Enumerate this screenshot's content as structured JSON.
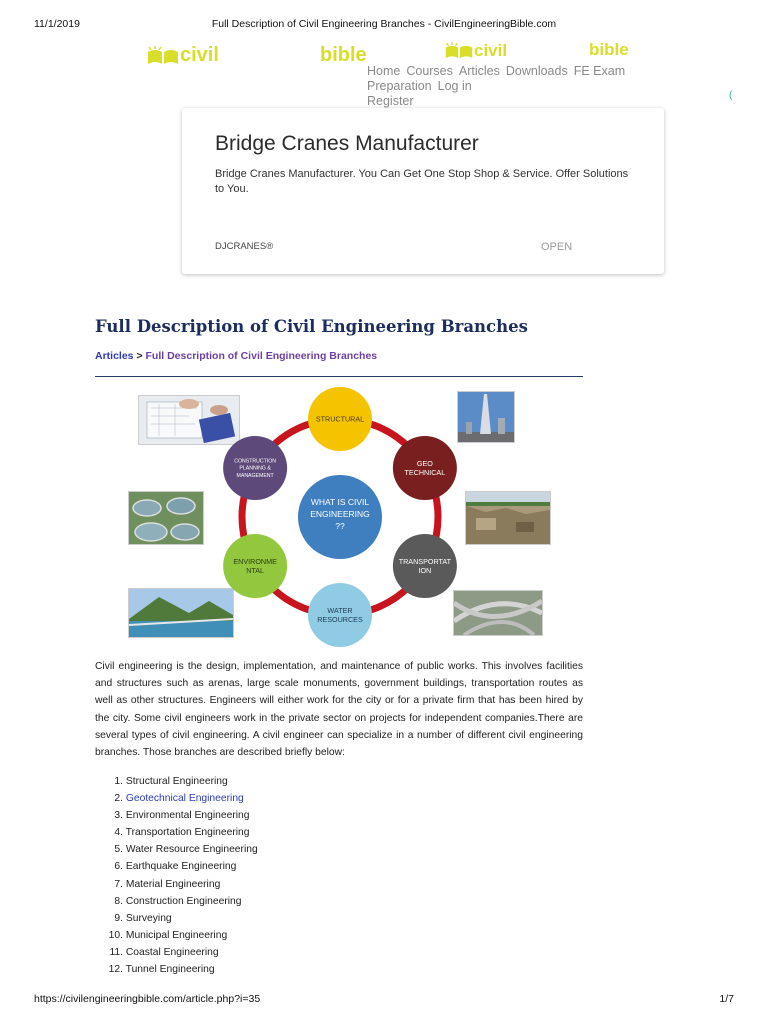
{
  "print_header": {
    "date": "11/1/2019",
    "title": "Full Description of Civil Engineering Branches - CivilEngineeringBible.com"
  },
  "print_footer": {
    "url": "https://civilengineeringbible.com/article.php?i=35",
    "page": "1/7"
  },
  "logos": {
    "civil": "civil",
    "bible": "bible"
  },
  "nav": {
    "items": [
      "Home",
      "Courses",
      "Articles",
      "Downloads",
      "FE Exam Preparation",
      "Log in",
      "Register"
    ]
  },
  "ad": {
    "title": "Bridge Cranes Manufacturer",
    "description": "Bridge Cranes Manufacturer. You Can Get One Stop Shop & Service. Offer Solutions to You.",
    "sponsor": "DJCRANES®",
    "cta": "OPEN"
  },
  "article": {
    "title": "Full Description of Civil Engineering Branches",
    "breadcrumb_link": "Articles",
    "breadcrumb_sep": ">",
    "breadcrumb_current": "Full Description of Civil Engineering Branches",
    "paragraph": "Civil engineering is the design, implementation, and maintenance of public works. This involves facilities and structures such as arenas, large scale monuments, government buildings, transportation routes as well as other structures. Engineers will either work for the city or for a private firm that has been hired by the city. Some civil engineers work in the private sector on projects for independent companies.There are several types of civil engineering. A civil engineer can specialize in a number of different civil engineering branches. Those branches are described briefly below:",
    "branches": [
      {
        "num": "1.",
        "label": "Structural Engineering",
        "link": false
      },
      {
        "num": "2.",
        "label": "Geotechnical Engineering",
        "link": true
      },
      {
        "num": "3.",
        "label": "Environmental Engineering",
        "link": false
      },
      {
        "num": "4.",
        "label": "Transportation Engineering",
        "link": false
      },
      {
        "num": "5.",
        "label": "Water Resource Engineering",
        "link": false
      },
      {
        "num": "6.",
        "label": "Earthquake Engineering",
        "link": false
      },
      {
        "num": "7.",
        "label": "Material Engineering",
        "link": false
      },
      {
        "num": "8.",
        "label": "Construction Engineering",
        "link": false
      },
      {
        "num": "9.",
        "label": "Surveying",
        "link": false
      },
      {
        "num": "10.",
        "label": "Municipal Engineering",
        "link": false
      },
      {
        "num": "11.",
        "label": "Coastal Engineering",
        "link": false
      },
      {
        "num": "12.",
        "label": "Tunnel Engineering",
        "link": false
      }
    ]
  },
  "diagram": {
    "center": [
      "WHAT IS CIVIL",
      "ENGINEERING",
      "??"
    ],
    "nodes": [
      {
        "lines": [
          "STRUCTURAL"
        ],
        "color": "#f5c400",
        "text_color": "#4a3a00"
      },
      {
        "lines": [
          "GEO",
          "TECHNICAL"
        ],
        "color": "#7a1f1f",
        "text_color": "#ffffff"
      },
      {
        "lines": [
          "TRANSPORTAT",
          "ION"
        ],
        "color": "#5a5a5a",
        "text_color": "#ffffff"
      },
      {
        "lines": [
          "WATER",
          "RESOURCES"
        ],
        "color": "#8fcbe3",
        "text_color": "#1f3a55"
      },
      {
        "lines": [
          "ENVIRONME",
          "NTAL"
        ],
        "color": "#93c83e",
        "text_color": "#2b3d10"
      },
      {
        "lines": [
          "CONSTRUCTION",
          "PLANNING &",
          "MANAGEMENT"
        ],
        "color": "#5e4a7a",
        "text_color": "#ffffff"
      }
    ],
    "ring_color": "#c8141e",
    "center_color": "#3f7fbf"
  },
  "colors": {
    "logo": "#d9de2b",
    "title": "#1d2d60",
    "link": "#2d3ab8"
  }
}
